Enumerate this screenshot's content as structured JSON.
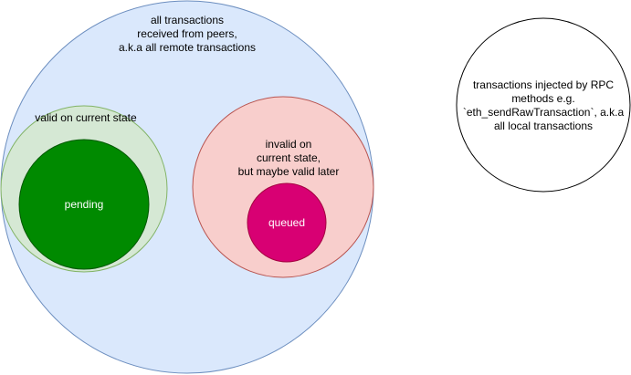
{
  "diagram": {
    "remote": {
      "label": "all transactions\nreceived from peers,\na.k.a all remote transactions",
      "fill": "#dae8fc",
      "stroke": "#6c8ebf"
    },
    "valid": {
      "label": "valid on current state",
      "fill": "#d5e8d4",
      "stroke": "#82b366"
    },
    "pending": {
      "label": "pending",
      "fill": "#008a00",
      "stroke": "#005700"
    },
    "invalid": {
      "label": "invalid on\ncurrent state,\nbut maybe valid later",
      "fill": "#f8cecc",
      "stroke": "#b85450"
    },
    "queued": {
      "label": "queued",
      "fill": "#d80073",
      "stroke": "#a50040"
    },
    "local": {
      "label": "transactions injected by RPC\nmethods e.g.\n`eth_sendRawTransaction`, a.k.a\nall local transactions",
      "fill": "#ffffff",
      "stroke": "#000000"
    }
  }
}
